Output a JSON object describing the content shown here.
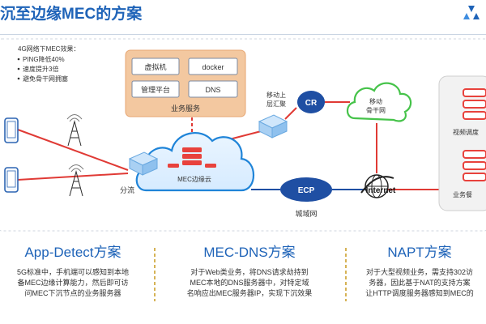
{
  "header": {
    "title": "沉至边缘MEC的方案"
  },
  "diagram": {
    "benefits": {
      "heading": "4G网络下MEC效果：",
      "items": [
        "PING降低40%",
        "速度提升3倍",
        "避免骨干网拥塞"
      ]
    },
    "services": {
      "label": "业务服务",
      "items": [
        "虚拟机",
        "docker",
        "管理平台",
        "DNS"
      ]
    },
    "nodes": {
      "split": "分流",
      "mec_cloud": "MEC边缘云",
      "mobile_agg": [
        "移动上",
        "层汇聚"
      ],
      "cr": "CR",
      "backbone": [
        "移动",
        "骨干网"
      ],
      "ecp": "ECP",
      "metro": "城域网",
      "internet": "Internet"
    },
    "right_panel": {
      "labels": [
        "视频调度",
        "业务餐"
      ]
    },
    "colors": {
      "blue": "#1e63b8",
      "orange": "#f3c8a0",
      "green": "#46c34a",
      "red": "#e8423c",
      "navy": "#1f4fa3"
    }
  },
  "solutions": [
    {
      "title": "App-Detect方案",
      "lines": [
        "5G标准中，手机端可以感知到本地",
        "备MEC边缘计算能力，然后即可访",
        "问MEC下沉节点的业务服务器"
      ]
    },
    {
      "title": "MEC-DNS方案",
      "lines": [
        "对于Web类业务，将DNS请求劫持到",
        "MEC本地的DNS服务器中，对特定域",
        "名响应出MEC服务器IP，实现下沉效果"
      ]
    },
    {
      "title": "NAPT方案",
      "lines": [
        "对于大型视频业务，需支持302访",
        "务器，因此基于NAT的支持方案",
        "让HTTP调度服务器感知到MEC的"
      ]
    }
  ]
}
